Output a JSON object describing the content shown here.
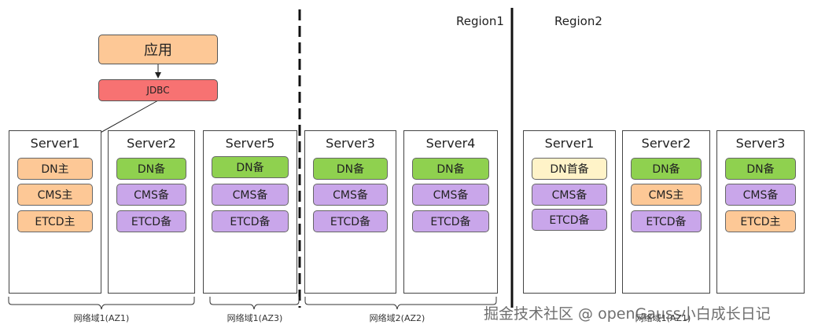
{
  "regions": [
    "Region1",
    "Region2"
  ],
  "app": {
    "label": "应用"
  },
  "jdbc": {
    "label": "JDBC"
  },
  "servers": [
    {
      "name": "Server1",
      "components": [
        {
          "label": "DN主",
          "color": "orange"
        },
        {
          "label": "CMS主",
          "color": "orange"
        },
        {
          "label": "ETCD主",
          "color": "orange"
        }
      ]
    },
    {
      "name": "Server2",
      "components": [
        {
          "label": "DN备",
          "color": "green"
        },
        {
          "label": "CMS备",
          "color": "purple"
        },
        {
          "label": "ETCD备",
          "color": "purple"
        }
      ]
    },
    {
      "name": "Server5",
      "components": [
        {
          "label": "DN备",
          "color": "green"
        },
        {
          "label": "CMS备",
          "color": "purple"
        },
        {
          "label": "ETCD备",
          "color": "purple"
        }
      ]
    },
    {
      "name": "Server3",
      "components": [
        {
          "label": "DN备",
          "color": "green"
        },
        {
          "label": "CMS备",
          "color": "purple"
        },
        {
          "label": "ETCD备",
          "color": "purple"
        }
      ]
    },
    {
      "name": "Server4",
      "components": [
        {
          "label": "DN备",
          "color": "green"
        },
        {
          "label": "CMS备",
          "color": "purple"
        },
        {
          "label": "ETCD备",
          "color": "purple"
        }
      ]
    },
    {
      "name": "Server1",
      "components": [
        {
          "label": "DN首备",
          "color": "cream"
        },
        {
          "label": "CMS备",
          "color": "purple"
        },
        {
          "label": "ETCD备",
          "color": "purple"
        }
      ]
    },
    {
      "name": "Server2",
      "components": [
        {
          "label": "DN备",
          "color": "green"
        },
        {
          "label": "CMS主",
          "color": "orange"
        },
        {
          "label": "ETCD备",
          "color": "purple"
        }
      ]
    },
    {
      "name": "Server3",
      "components": [
        {
          "label": "DN备",
          "color": "green"
        },
        {
          "label": "CMS备",
          "color": "purple"
        },
        {
          "label": "ETCD主",
          "color": "orange"
        }
      ]
    }
  ],
  "zones": [
    "网络域1(AZ1)",
    "网络域1(AZ3)",
    "网络域2(AZ2)",
    "网络域1(AZ1)"
  ],
  "watermark": "掘金技术社区 @ openGauss小白成长日记",
  "colors": {
    "orange": "#fdc896",
    "green": "#8fd14f",
    "purple": "#c9a6ea",
    "cream": "#fff3c8",
    "jdbc": "#f77272"
  }
}
